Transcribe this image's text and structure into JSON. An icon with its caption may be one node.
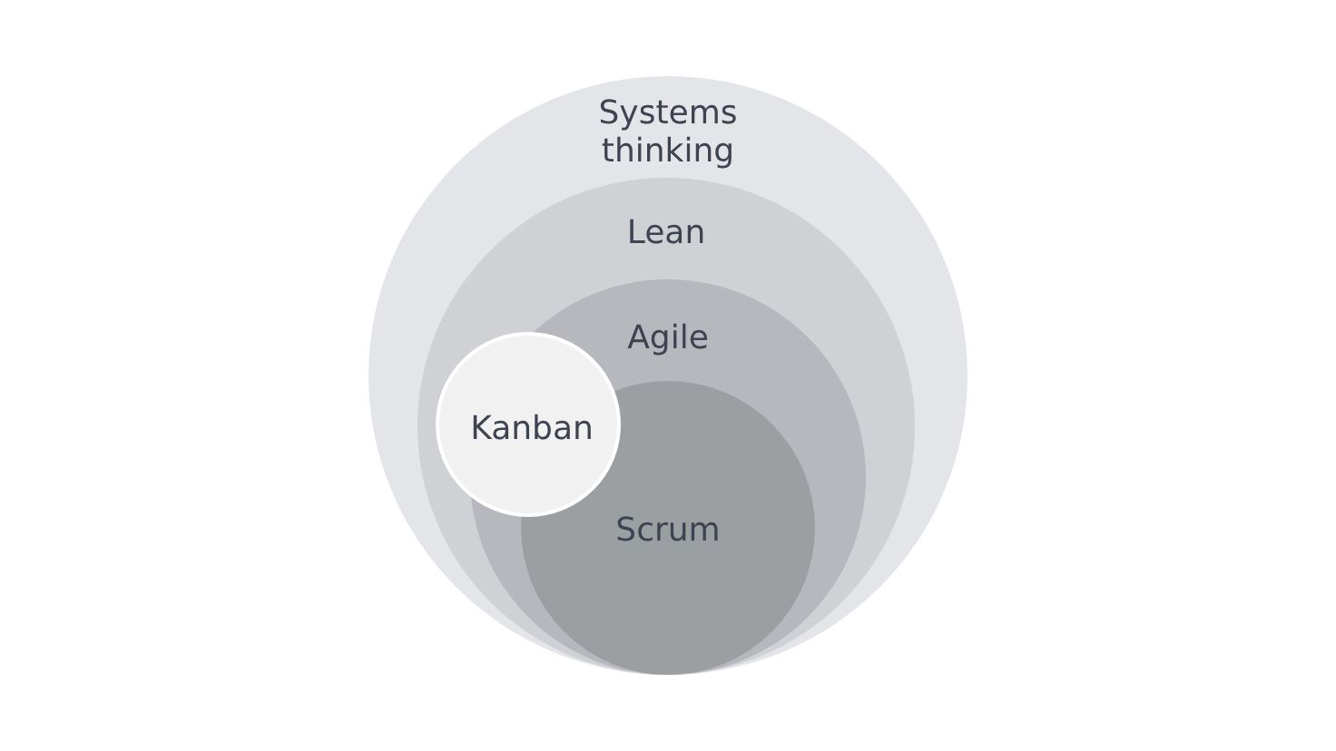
{
  "diagram": {
    "nodes": [
      {
        "text": [
          "Systems thinking"
        ]
      },
      {
        "text": [
          "Lean"
        ],
        "in": 0
      },
      {
        "text": [
          "Agile"
        ],
        "in": 1
      },
      {
        "text": [
          "Scrum"
        ],
        "in": 2
      },
      {
        "text": [
          "Kanban"
        ],
        "in": 1
      }
    ]
  }
}
